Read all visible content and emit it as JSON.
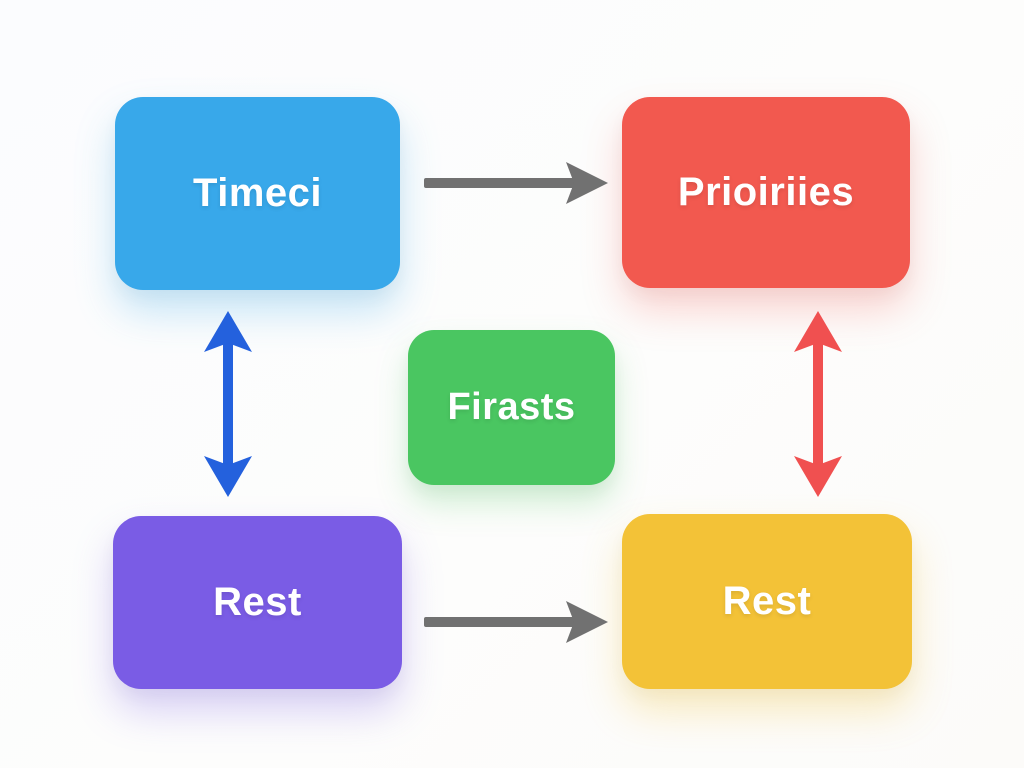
{
  "diagram": {
    "background_color": "#fcfcfc",
    "nodes": [
      {
        "id": "timeci",
        "label": "Timeci",
        "color": "#38a8ea",
        "text_color": "#ffffff",
        "position": "top-left"
      },
      {
        "id": "prioiriies",
        "label": "Prioiriies",
        "color": "#f2594f",
        "text_color": "#ffffff",
        "position": "top-right"
      },
      {
        "id": "firasts",
        "label": "Firasts",
        "color": "#4ac661",
        "text_color": "#ffffff",
        "position": "center"
      },
      {
        "id": "rest_left",
        "label": "Rest",
        "color": "#7a5ce5",
        "text_color": "#ffffff",
        "position": "bottom-left"
      },
      {
        "id": "rest_right",
        "label": "Rest",
        "color": "#f3c237",
        "text_color": "#ffffff",
        "position": "bottom-right"
      }
    ],
    "edges": [
      {
        "from": "timeci",
        "to": "prioiriies",
        "style": "single-headed",
        "direction": "right",
        "color": "#717171"
      },
      {
        "from": "timeci",
        "to": "rest_left",
        "style": "double-headed",
        "direction": "vertical",
        "color": "#2461dd"
      },
      {
        "from": "prioiriies",
        "to": "rest_right",
        "style": "double-headed",
        "direction": "vertical",
        "color": "#f05050"
      },
      {
        "from": "rest_left",
        "to": "rest_right",
        "style": "single-headed",
        "direction": "right",
        "color": "#717171"
      }
    ]
  }
}
